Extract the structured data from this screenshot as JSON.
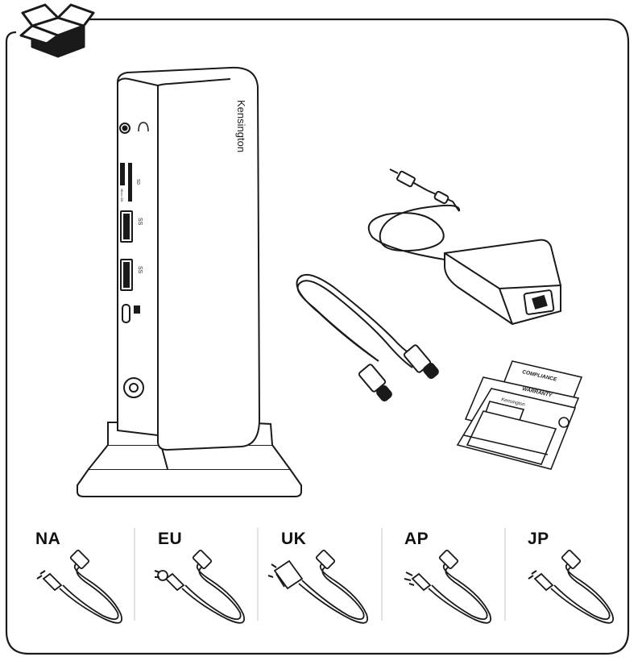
{
  "brand": {
    "logo_text": "Kensington"
  },
  "dock": {
    "ports": {
      "sd_label": "SD",
      "microsd_label": "Micro SD",
      "usb_label": "SS"
    }
  },
  "documents": {
    "compliance": "COMPLIANCE",
    "warranty": "WARRANTY",
    "guide": "Kensington"
  },
  "power_cords": [
    {
      "region": "NA"
    },
    {
      "region": "EU"
    },
    {
      "region": "UK"
    },
    {
      "region": "AP"
    },
    {
      "region": "JP"
    }
  ],
  "icons": {
    "box": "open-box-icon"
  },
  "colors": {
    "line": "#1a1a1a",
    "fill": "#ffffff",
    "screen_fill": "#f4f4f4"
  }
}
